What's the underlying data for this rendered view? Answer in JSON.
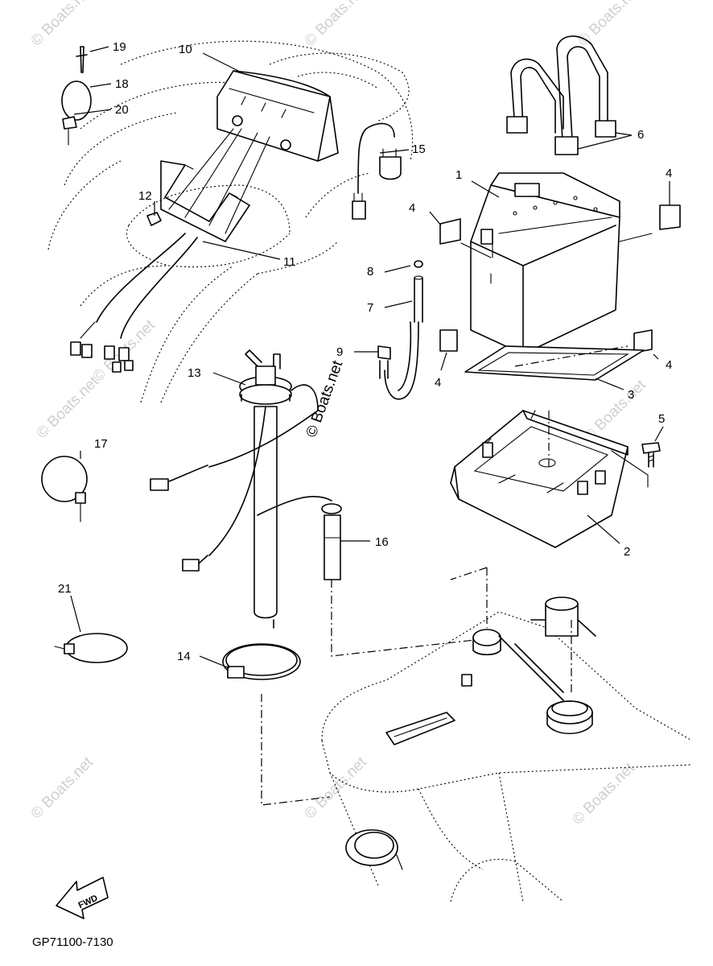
{
  "diagram_code": "GP71100-7130",
  "watermark": "© Boats.net",
  "fwd_label": "FWD",
  "callouts": [
    {
      "id": "1",
      "text": "1"
    },
    {
      "id": "2",
      "text": "2"
    },
    {
      "id": "3",
      "text": "3"
    },
    {
      "id": "4a",
      "text": "4"
    },
    {
      "id": "4b",
      "text": "4"
    },
    {
      "id": "4c",
      "text": "4"
    },
    {
      "id": "4d",
      "text": "4"
    },
    {
      "id": "5",
      "text": "5"
    },
    {
      "id": "6",
      "text": "6"
    },
    {
      "id": "7",
      "text": "7"
    },
    {
      "id": "8",
      "text": "8"
    },
    {
      "id": "9",
      "text": "9"
    },
    {
      "id": "10",
      "text": "10"
    },
    {
      "id": "11",
      "text": "11"
    },
    {
      "id": "12",
      "text": "12"
    },
    {
      "id": "13",
      "text": "13"
    },
    {
      "id": "14",
      "text": "14"
    },
    {
      "id": "15",
      "text": "15"
    },
    {
      "id": "16",
      "text": "16"
    },
    {
      "id": "17",
      "text": "17"
    },
    {
      "id": "18",
      "text": "18"
    },
    {
      "id": "19",
      "text": "19"
    },
    {
      "id": "20",
      "text": "20"
    },
    {
      "id": "21",
      "text": "21"
    }
  ]
}
